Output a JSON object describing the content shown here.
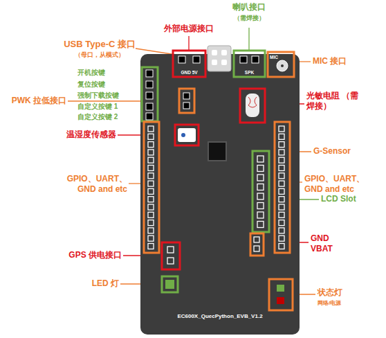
{
  "diagram": {
    "nodes": [
      {
        "text": [
          "EC600X_QuecPython_EVB_V1.2"
        ]
      },
      {
        "text": [
          "GND 5V"
        ],
        "in": 0
      },
      {
        "text": [
          "SPK"
        ],
        "in": 0
      },
      {
        "text": [
          "MIC"
        ],
        "in": 0
      }
    ],
    "labels": [
      "USB Type-C 接口",
      "（母口，从模式）",
      "外部电源接口",
      "喇叭接口",
      "（需焊接）",
      "MIC 接口",
      "开机按键",
      "复位按键",
      "强制下载按键",
      "自定义按键 1",
      "自定义按键 2",
      "PWK 拉低接口",
      "光敏电阻 （需焊接）",
      "温湿度传感器",
      "G-Sensor",
      "GPIO、UART、 GND and etc",
      "GPIO、UART、 GND and etc",
      "LCD Slot",
      "GND VBAT",
      "GPS 供电接口",
      "LED 灯",
      "状态灯",
      "网络/电源"
    ]
  }
}
